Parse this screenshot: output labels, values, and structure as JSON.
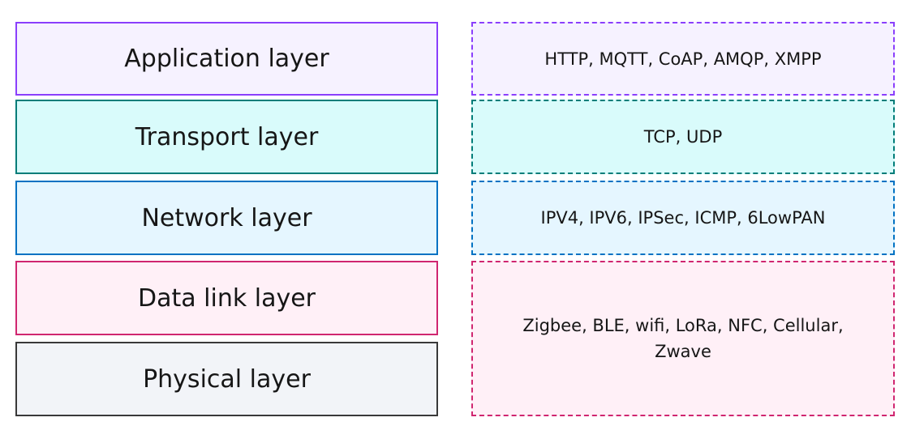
{
  "layers": [
    {
      "label": "Application layer",
      "color": "#8a3ffc",
      "fill": "#f6f2ff"
    },
    {
      "label": "Transport layer",
      "color": "#007d79",
      "fill": "#d9fbfb"
    },
    {
      "label": "Network layer",
      "color": "#0072c3",
      "fill": "#e5f6ff"
    },
    {
      "label": "Data link layer",
      "color": "#d02670",
      "fill": "#fff0f7"
    },
    {
      "label": "Physical layer",
      "color": "#393939",
      "fill": "#f2f4f8"
    }
  ],
  "protocols": [
    {
      "text": "HTTP, MQTT, CoAP, AMQP, XMPP",
      "color": "#8a3ffc"
    },
    {
      "text": "TCP, UDP",
      "color": "#007d79"
    },
    {
      "text": "IPV4, IPV6, IPSec, ICMP, 6LowPAN",
      "color": "#0072c3"
    },
    {
      "text": "Zigbee, BLE, wifi, LoRa, NFC, Cellular, Zwave",
      "color": "#d02670"
    }
  ]
}
